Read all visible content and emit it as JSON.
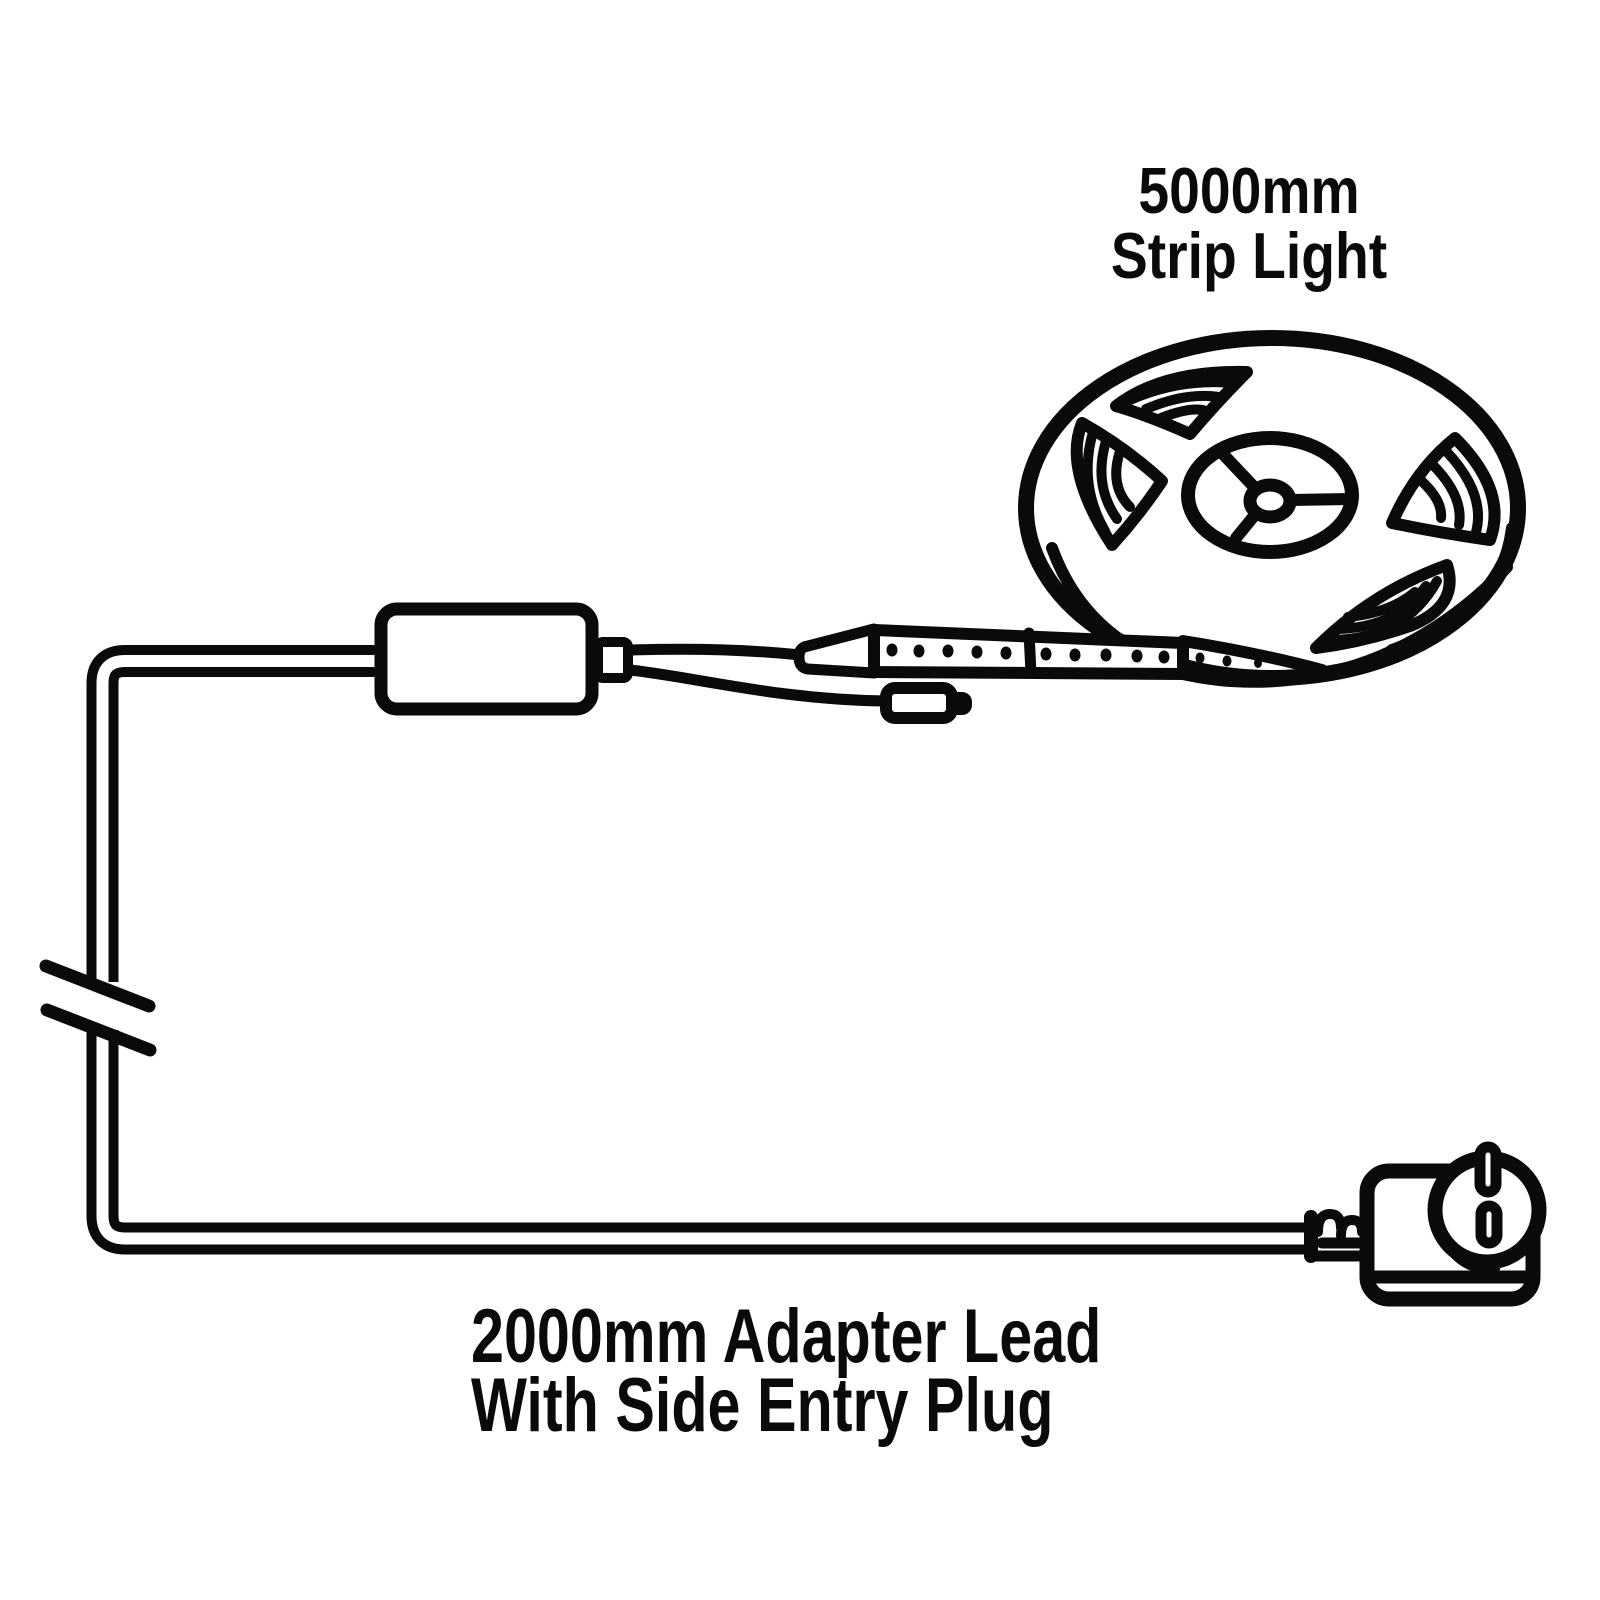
{
  "colors": {
    "background": "#ffffff",
    "ink": "#0a0a0a"
  },
  "labels": {
    "strip_light": {
      "line1": "5000mm",
      "line2": "Strip Light"
    },
    "adapter_lead": {
      "line1": "2000mm Adapter Lead",
      "line2": "With Side Entry Plug"
    }
  },
  "icons": [
    "led-strip-reel-icon",
    "led-strip-band",
    "driver-box-icon",
    "dc-barrel-connector-icon",
    "side-entry-plug-icon",
    "cable-break-marks"
  ]
}
